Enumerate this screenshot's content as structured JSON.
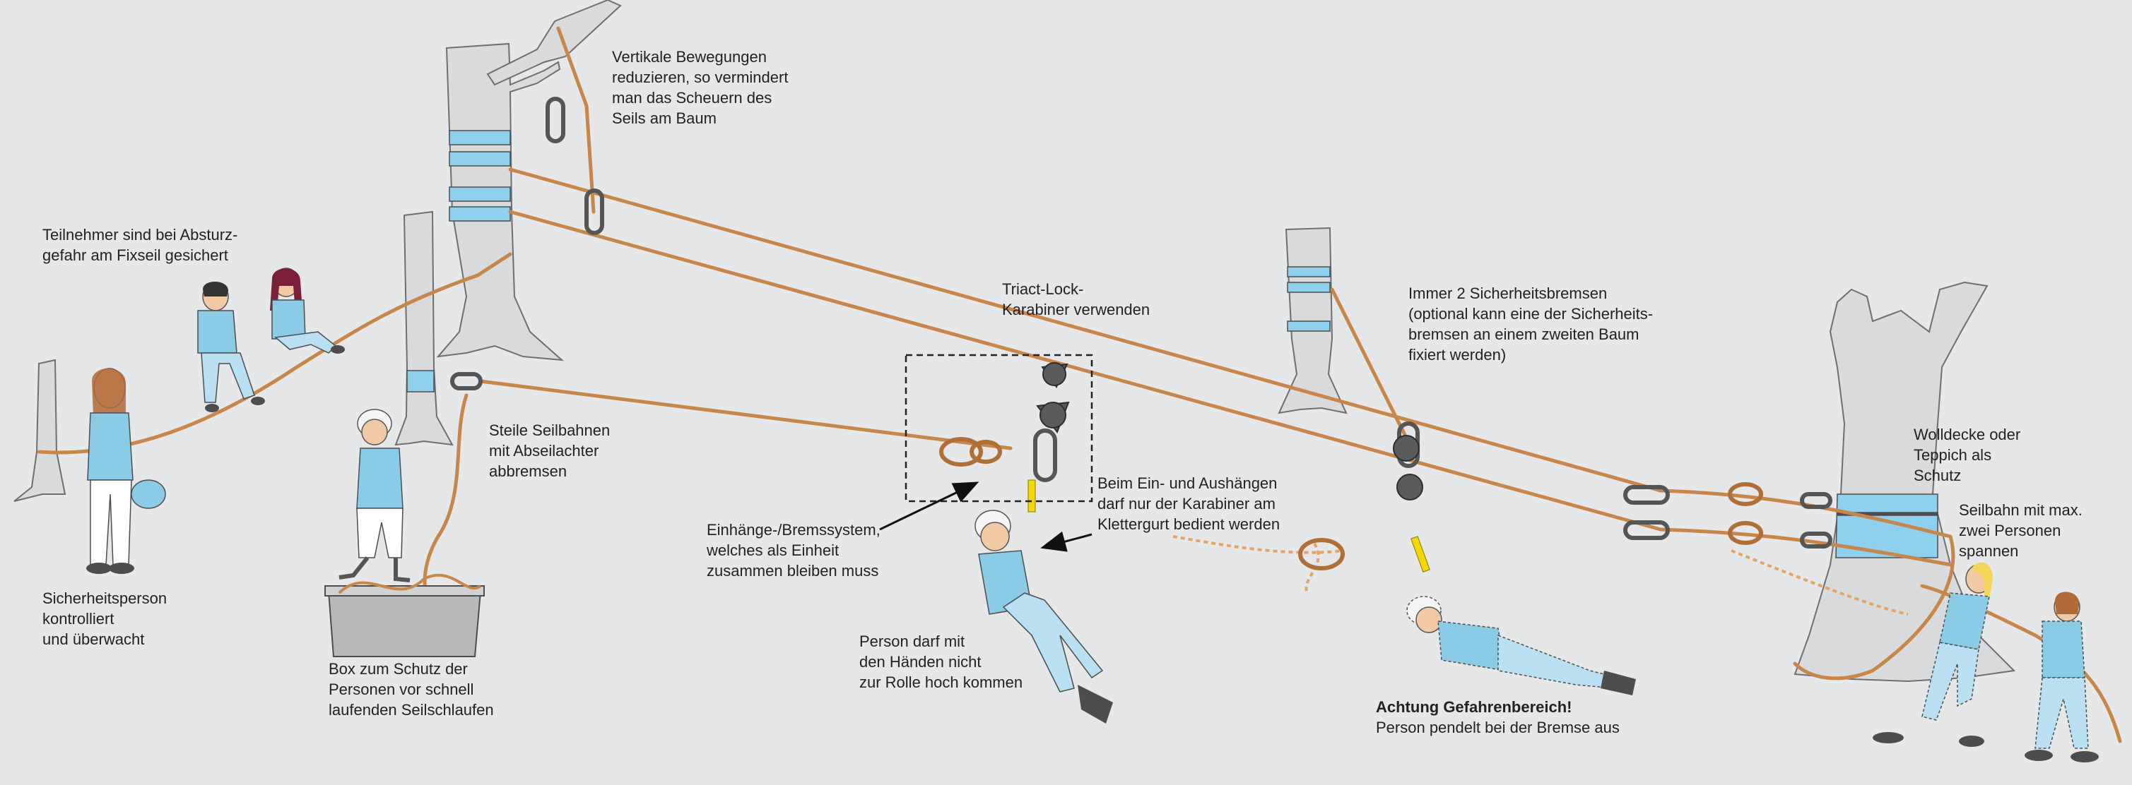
{
  "diagram": {
    "annotations": {
      "vertical": [
        "Vertikale Bewegungen",
        "reduzieren, so vermindert",
        "man das Scheuern des",
        "Seils am Baum"
      ],
      "participants": [
        "Teilnehmer sind bei Absturz-",
        "gefahr am Fixseil gesichert"
      ],
      "triact": [
        "Triact-Lock-",
        "Karabiner verwenden"
      ],
      "brakes": [
        "Immer 2 Sicherheitsbremsen",
        "(optional kann eine der Sicherheits-",
        "bremsen an einem zweiten Baum",
        "fixiert werden)"
      ],
      "steep": [
        "Steile Seilbahnen",
        "mit Abseilachter",
        "abbremsen"
      ],
      "blanket": [
        "Wolldecke oder",
        "Teppich als",
        "Schutz"
      ],
      "carabiner": [
        "Beim Ein- und Aushängen",
        "darf nur der Karabiner am",
        "Klettergurt bedient werden"
      ],
      "tension": [
        "Seilbahn mit max.",
        "zwei Personen",
        "spannen"
      ],
      "system": [
        "Einhänge-/Bremssystem,",
        "welches als Einheit",
        "zusammen bleiben muss"
      ],
      "safety_person": [
        "Sicherheitsperson",
        "kontrolliert",
        "und überwacht"
      ],
      "hands": [
        "Person darf mit",
        "den Händen nicht",
        "zur Rolle hoch kommen"
      ],
      "box": [
        "Box zum Schutz der",
        "Personen vor schnell",
        "laufenden Seilschlaufen"
      ],
      "danger": [
        "Achtung Gefahrenbereich!",
        "Person pendelt bei der Bremse aus"
      ]
    },
    "colors": {
      "background": "#e6e7e8",
      "rope": "#c8874a",
      "tree": "#d9dadb",
      "tree_outline": "#6d6e70",
      "padding": "#8fd0ee",
      "clothing": "#8ccbe6",
      "helmet": "#f4f4f4",
      "dashed_box": "#222222"
    },
    "icons": [
      "tree-icon",
      "person-icon",
      "carabiner-icon",
      "pulley-icon",
      "rope-box-icon",
      "figure-eight-knot-icon"
    ]
  }
}
